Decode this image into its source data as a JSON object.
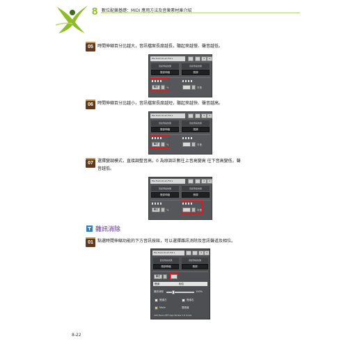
{
  "header": {
    "chapter_number": "8",
    "chapter_title": "數位配樂基礎：MIDI 應用方法及音樂素材庫介紹"
  },
  "steps": [
    {
      "badge": "05",
      "line1": "時間伸縮百分比越大，音訊檔案長度越長，聽起來越慢、聲音越低。",
      "line2": ""
    },
    {
      "badge": "06",
      "line1": "時間伸縮百分比越小，音訊檔案長度越短，聽起來越快、聲音越高。",
      "line2": ""
    },
    {
      "badge": "07",
      "line1": "選擇變調模式，直接調整音高，0 為原調正數往上音高變高 往下音高變低，聲",
      "line2": "音越低。"
    }
  ],
  "section": {
    "title": "雜訊消除"
  },
  "step_noise": {
    "badge": "01",
    "line1": "點選時間伸縮功能的下方音訊按鈕，可以選擇雜訊消除及音訊聲道及相位。"
  },
  "panel": {
    "title": "File Funk Drum Fill 1",
    "btn_a": "4",
    "btn_b": "4",
    "head_left": "音訊專案效果",
    "head_right": "音訊專案效果",
    "field_left": "聲部伸縮",
    "field_right": "聲調",
    "value_box": "備註",
    "pct": "%",
    "unit": "半音"
  },
  "bigpanel": {
    "labels": [
      "聲道",
      "相位",
      "雜訊消除",
      "100%",
      "聲道左",
      "聲道右",
      "Mute",
      "雙聲道"
    ],
    "footer": "100 Hann-HFF Gap Strobe 1.0 Cross"
  },
  "footer": {
    "page_number": "8-22"
  },
  "colors": {
    "accent_green": "#8fbd2a",
    "badge_brown": "#5f3a1e",
    "highlight_red": "#e0161b",
    "section_purple": "#5a2d86"
  }
}
